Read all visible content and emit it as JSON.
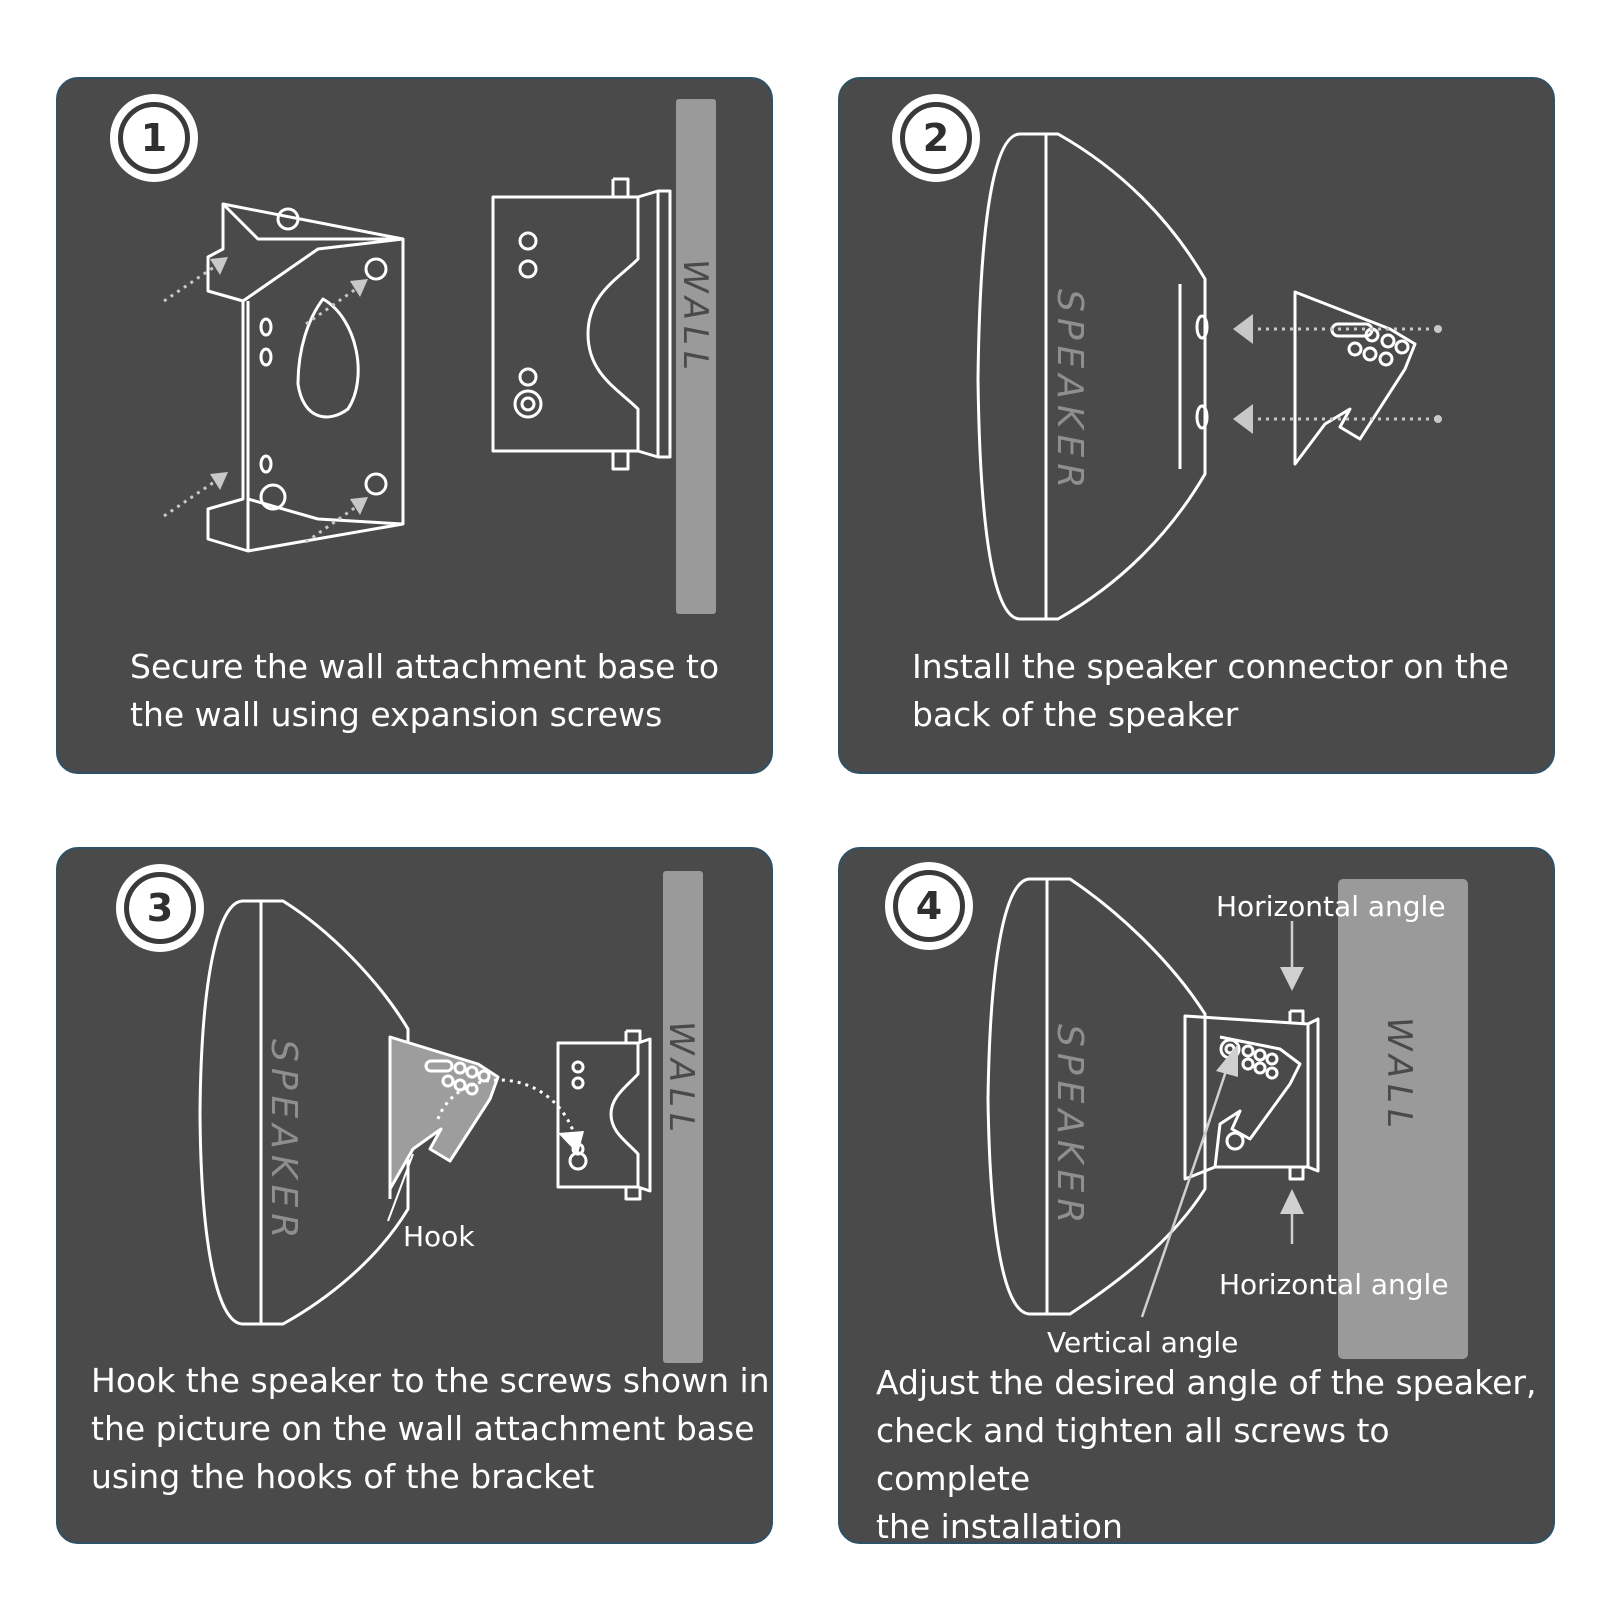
{
  "steps": [
    {
      "number": "1",
      "caption_line1": "Secure the wall attachment base to",
      "caption_line2": "the wall using expansion screws",
      "wall_label": "WALL"
    },
    {
      "number": "2",
      "caption_line1": "Install the speaker connector on the",
      "caption_line2": "back of the speaker",
      "speaker_label": "SPEAKER"
    },
    {
      "number": "3",
      "caption_line1": "Hook the speaker to the screws shown in",
      "caption_line2": "the picture on the wall attachment base",
      "caption_line3": "using the hooks of the bracket",
      "speaker_label": "SPEAKER",
      "wall_label": "WALL",
      "hook_label": "Hook"
    },
    {
      "number": "4",
      "caption_line1": "Adjust the desired angle of the speaker,",
      "caption_line2": "check and tighten all screws to complete",
      "caption_line3": "the installation",
      "speaker_label": "SPEAKER",
      "wall_label": "WALL",
      "horizontal_label_top": "Horizontal angle",
      "horizontal_label_bottom": "Horizontal angle",
      "vertical_label": "Vertical angle"
    }
  ],
  "colors": {
    "panel": "#4b4a4b",
    "border": "#2e5166",
    "wall": "#9a9a9a",
    "line": "#ffffff"
  }
}
